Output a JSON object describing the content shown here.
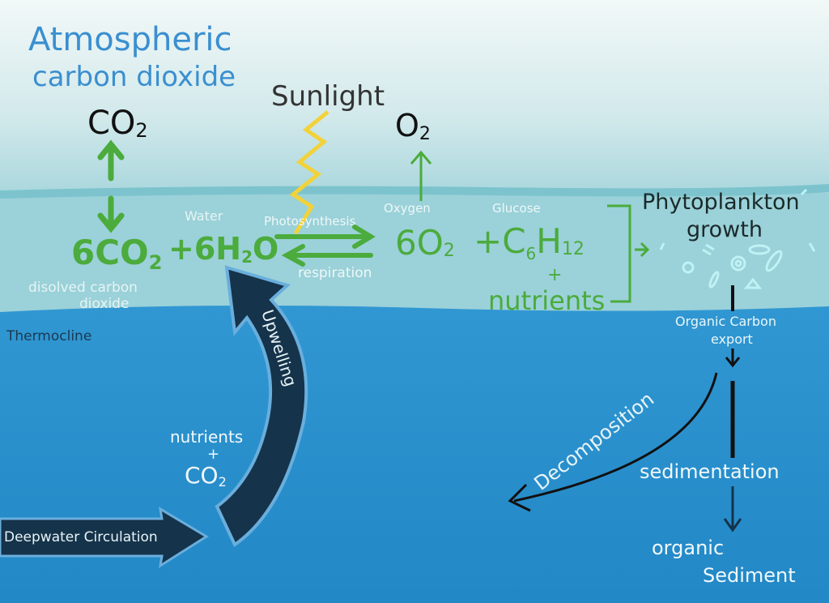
{
  "title_line1": "Atmospheric",
  "title_line2": "carbon dioxide",
  "atm_co2": "CO",
  "atm_co2_sub": "2",
  "sunlight": "Sunlight",
  "atm_o2": "O",
  "atm_o2_sub": "2",
  "water_label": "Water",
  "reactant_co2": "6CO",
  "reactant_co2_sub": "2",
  "reactant_h2o": "+6H",
  "reactant_h2o_sub": "2",
  "reactant_h2o_end": "O",
  "dissolved_line1": "disolved carbon",
  "dissolved_line2": "dioxide",
  "photosynthesis": "Photosynthesis",
  "respiration": "respiration",
  "oxygen_label": "Oxygen",
  "glucose_label": "Glucose",
  "product_o2": "6O",
  "product_o2_sub": "2",
  "product_glucose": "+C",
  "product_glucose_sub1": "6",
  "product_glucose_h": "H",
  "product_glucose_sub2": "12",
  "plus": "+",
  "nutrients": "nutrients",
  "phyto_line1": "Phytoplankton",
  "phyto_line2": "growth",
  "thermocline": "Thermocline",
  "upwelling": "Upwelling",
  "nutrients_co2_line1": "nutrients",
  "nutrients_co2_plus": "+",
  "nutrients_co2_line2": "CO",
  "nutrients_co2_sub": "2",
  "deepwater": "Deepwater Circulation",
  "export_line1": "Organic Carbon",
  "export_line2": "export",
  "decomposition": "Decomposition",
  "sedimentation": "sedimentation",
  "sediment_line1": "organic",
  "sediment_line2": "Sediment",
  "colors": {
    "green": "#4bab3c",
    "title_blue": "#3a8fd0",
    "dark_arrow": "#15334a",
    "sun": "#f2d23a"
  }
}
